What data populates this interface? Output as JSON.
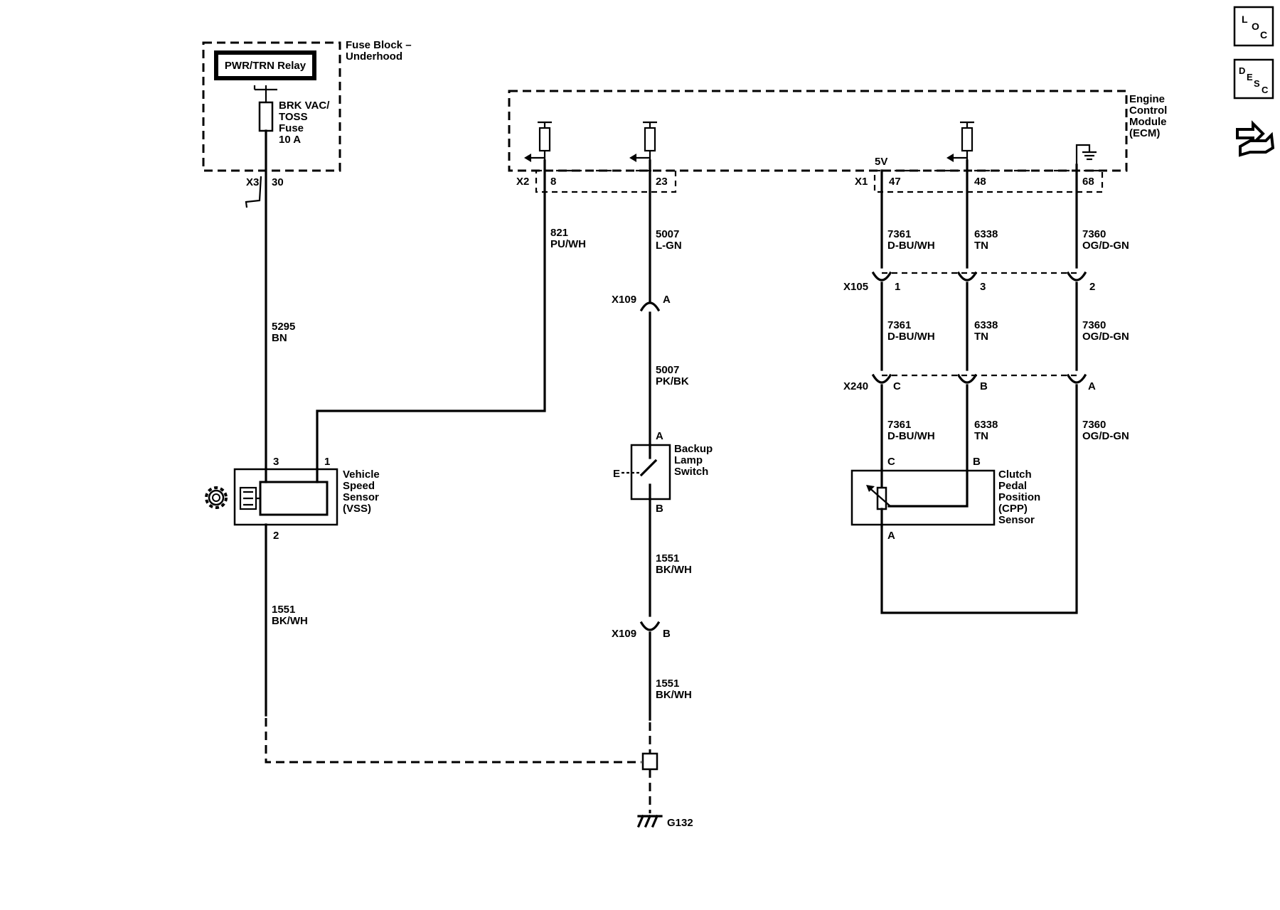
{
  "fuse_block": {
    "title": [
      "Fuse Block –",
      "Underhood"
    ],
    "relay_label": "PWR/TRN Relay",
    "fuse_label": [
      "BRK VAC/",
      "TOSS",
      "Fuse",
      "10 A"
    ],
    "connector": "X3",
    "pin": "30"
  },
  "ecm": {
    "title": [
      "Engine",
      "Control",
      "Module",
      "(ECM)"
    ],
    "connector_x2": "X2",
    "connector_x1": "X1",
    "pin_8": "8",
    "pin_23": "23",
    "pin_47": "47",
    "pin_48": "48",
    "pin_68": "68",
    "ref_5v": "5V"
  },
  "wires": {
    "w5295": [
      "5295",
      "BN"
    ],
    "w821": [
      "821",
      "PU/WH"
    ],
    "w5007_top": [
      "5007",
      "L-GN"
    ],
    "w5007_bottom": [
      "5007",
      "PK/BK"
    ],
    "w1551_backup_top": [
      "1551",
      "BK/WH"
    ],
    "w1551_backup_bottom": [
      "1551",
      "BK/WH"
    ],
    "w1551_vss": [
      "1551",
      "BK/WH"
    ],
    "w7361_a": [
      "7361",
      "D-BU/WH"
    ],
    "w7361_b": [
      "7361",
      "D-BU/WH"
    ],
    "w7361_c": [
      "7361",
      "D-BU/WH"
    ],
    "w6338_a": [
      "6338",
      "TN"
    ],
    "w6338_b": [
      "6338",
      "TN"
    ],
    "w6338_c": [
      "6338",
      "TN"
    ],
    "w7360_a": [
      "7360",
      "OG/D-GN"
    ],
    "w7360_b": [
      "7360",
      "OG/D-GN"
    ],
    "w7360_c": [
      "7360",
      "OG/D-GN"
    ]
  },
  "connectors": {
    "x109_top": {
      "name": "X109",
      "pin": "A"
    },
    "x109_bottom": {
      "name": "X109",
      "pin": "B"
    },
    "x105": {
      "name": "X105",
      "pin_1": "1",
      "pin_3": "3",
      "pin_2": "2"
    },
    "x240": {
      "name": "X240",
      "pin_c": "C",
      "pin_b": "B",
      "pin_a": "A"
    }
  },
  "vss": {
    "label": [
      "Vehicle",
      "Speed",
      "Sensor",
      "(VSS)"
    ],
    "pin_3": "3",
    "pin_1": "1",
    "pin_2": "2"
  },
  "backup_switch": {
    "label": [
      "Backup",
      "Lamp",
      "Switch"
    ],
    "pin_a": "A",
    "pin_b": "B",
    "mark": "E"
  },
  "cpp": {
    "label": [
      "Clutch",
      "Pedal",
      "Position",
      "(CPP)",
      "Sensor"
    ],
    "pin_c": "C",
    "pin_b": "B",
    "pin_a": "A"
  },
  "ground": {
    "name": "G132"
  },
  "nav_icons": {
    "loc": [
      "L",
      "O",
      "C"
    ],
    "desc": [
      "D",
      "E",
      "S",
      "C"
    ]
  }
}
